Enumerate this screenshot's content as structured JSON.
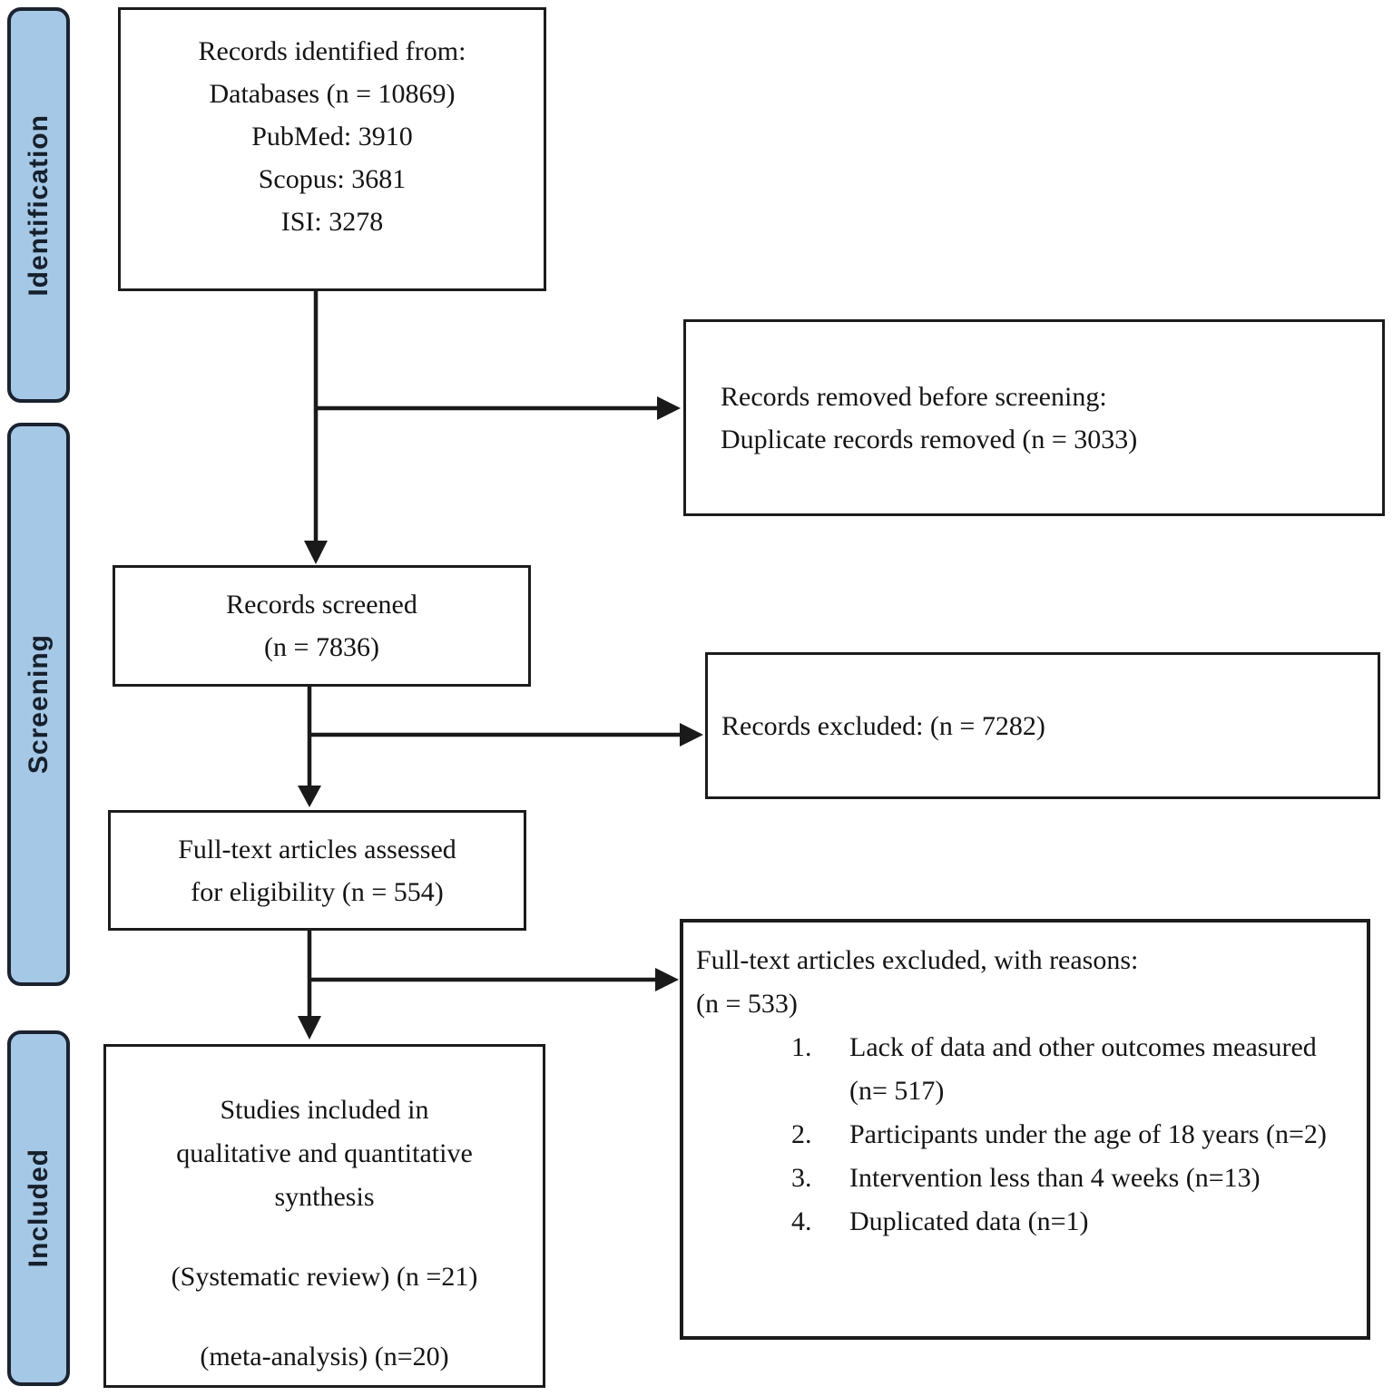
{
  "colors": {
    "stage_fill": "#a5c8e6",
    "stage_border": "#1b2330",
    "box_border": "#1c1c1c",
    "text": "#141414",
    "arrow": "#1a1a1a"
  },
  "stages": [
    {
      "label": "Identification"
    },
    {
      "label": "Screening"
    },
    {
      "label": "Included"
    }
  ],
  "boxes": {
    "identified": {
      "lines": [
        "Records identified from:",
        "Databases (n = 10869)",
        "PubMed: 3910",
        "Scopus: 3681",
        "ISI: 3278"
      ]
    },
    "removed_before_screening": {
      "lines": [
        "Records removed before screening:",
        "Duplicate records removed (n = 3033)"
      ]
    },
    "screened": {
      "lines": [
        "Records screened",
        "(n = 7836)"
      ]
    },
    "excluded": {
      "lines": [
        "Records excluded: (n = 7282)"
      ]
    },
    "fulltext_assessed": {
      "lines": [
        "Full-text articles assessed",
        "for eligibility (n = 554)"
      ]
    },
    "fulltext_excluded": {
      "header_lines": [
        "Full-text articles excluded, with reasons:",
        "(n = 533)"
      ],
      "reasons": [
        {
          "num": "1.",
          "text": "Lack of data and other outcomes measured (n= 517)"
        },
        {
          "num": "2.",
          "text": "Participants under the age of 18 years (n=2)"
        },
        {
          "num": "3.",
          "text": "Intervention less than 4 weeks (n=13)"
        },
        {
          "num": "4.",
          "text": "Duplicated data (n=1)"
        }
      ]
    },
    "included_studies": {
      "lines": [
        "Studies included in",
        "qualitative and quantitative",
        "synthesis",
        "(Systematic review) (n =21)",
        "(meta-analysis) (n=20)"
      ]
    }
  }
}
